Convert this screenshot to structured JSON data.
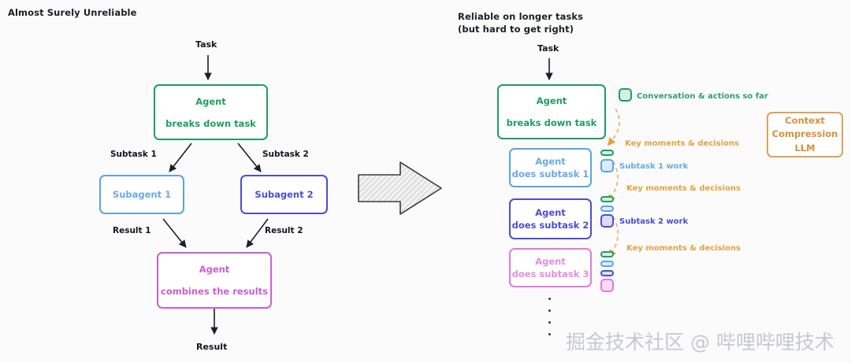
{
  "left": {
    "heading": "Almost Surely Unreliable",
    "task_label": "Task",
    "agent_box": {
      "line1": "Agent",
      "line2": "breaks down task",
      "color": "#1f9d62"
    },
    "edge_subtask_1": "Subtask 1",
    "edge_subtask_2": "Subtask 2",
    "subagent_1": {
      "label": "Subagent 1",
      "color": "#5aa5e0"
    },
    "subagent_2": {
      "label": "Subagent 2",
      "color": "#4a4ed0"
    },
    "edge_result_1": "Result 1",
    "edge_result_2": "Result 2",
    "combiner_box": {
      "line1": "Agent",
      "line2": "combines the results",
      "color": "#c95fd0"
    },
    "result_label": "Result"
  },
  "transition": {
    "icon": "right-arrow-hatched"
  },
  "right": {
    "heading": "Reliable on longer tasks\n(but hard to get right)",
    "task_label": "Task",
    "agents": [
      {
        "line1": "Agent",
        "line2": "breaks down task",
        "color": "#1f9d62"
      },
      {
        "line1": "Agent",
        "line2": "does subtask 1",
        "color": "#5aa5e0"
      },
      {
        "line1": "Agent",
        "line2": "does subtask 2",
        "color": "#4a4ed0"
      },
      {
        "line1": "Agent",
        "line2": "does subtask 3",
        "color": "#e08fe0"
      }
    ],
    "legend": {
      "conversation": "Conversation & actions so far",
      "key_moments": "Key moments & decisions",
      "subtask_1_work": "Subtask 1 work",
      "subtask_2_work": "Subtask 2 work"
    },
    "compression_box": {
      "line1": "Context",
      "line2": "Compression",
      "line3": "LLM",
      "color": "#d4903f"
    },
    "continuation": "vertical-dots"
  },
  "watermark": "掘金技术社区 @ 哔哩哔哩技术"
}
